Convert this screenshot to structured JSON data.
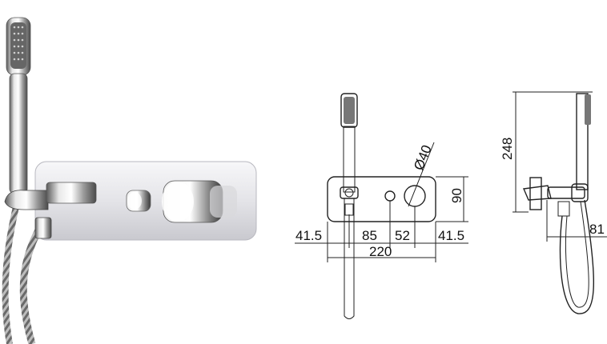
{
  "dimensions": {
    "front": {
      "left_margin": "41.5",
      "spacing_1": "85",
      "spacing_2": "52",
      "right_margin": "41.5",
      "total_width": "220",
      "height": "90",
      "diameter": "Ø40"
    },
    "side": {
      "height": "248",
      "depth": "81"
    }
  },
  "colors": {
    "line": "#222222",
    "chrome_light": "#f4f4f4",
    "chrome_dark": "#5a5a5a",
    "plate": "#e9e9ec"
  }
}
